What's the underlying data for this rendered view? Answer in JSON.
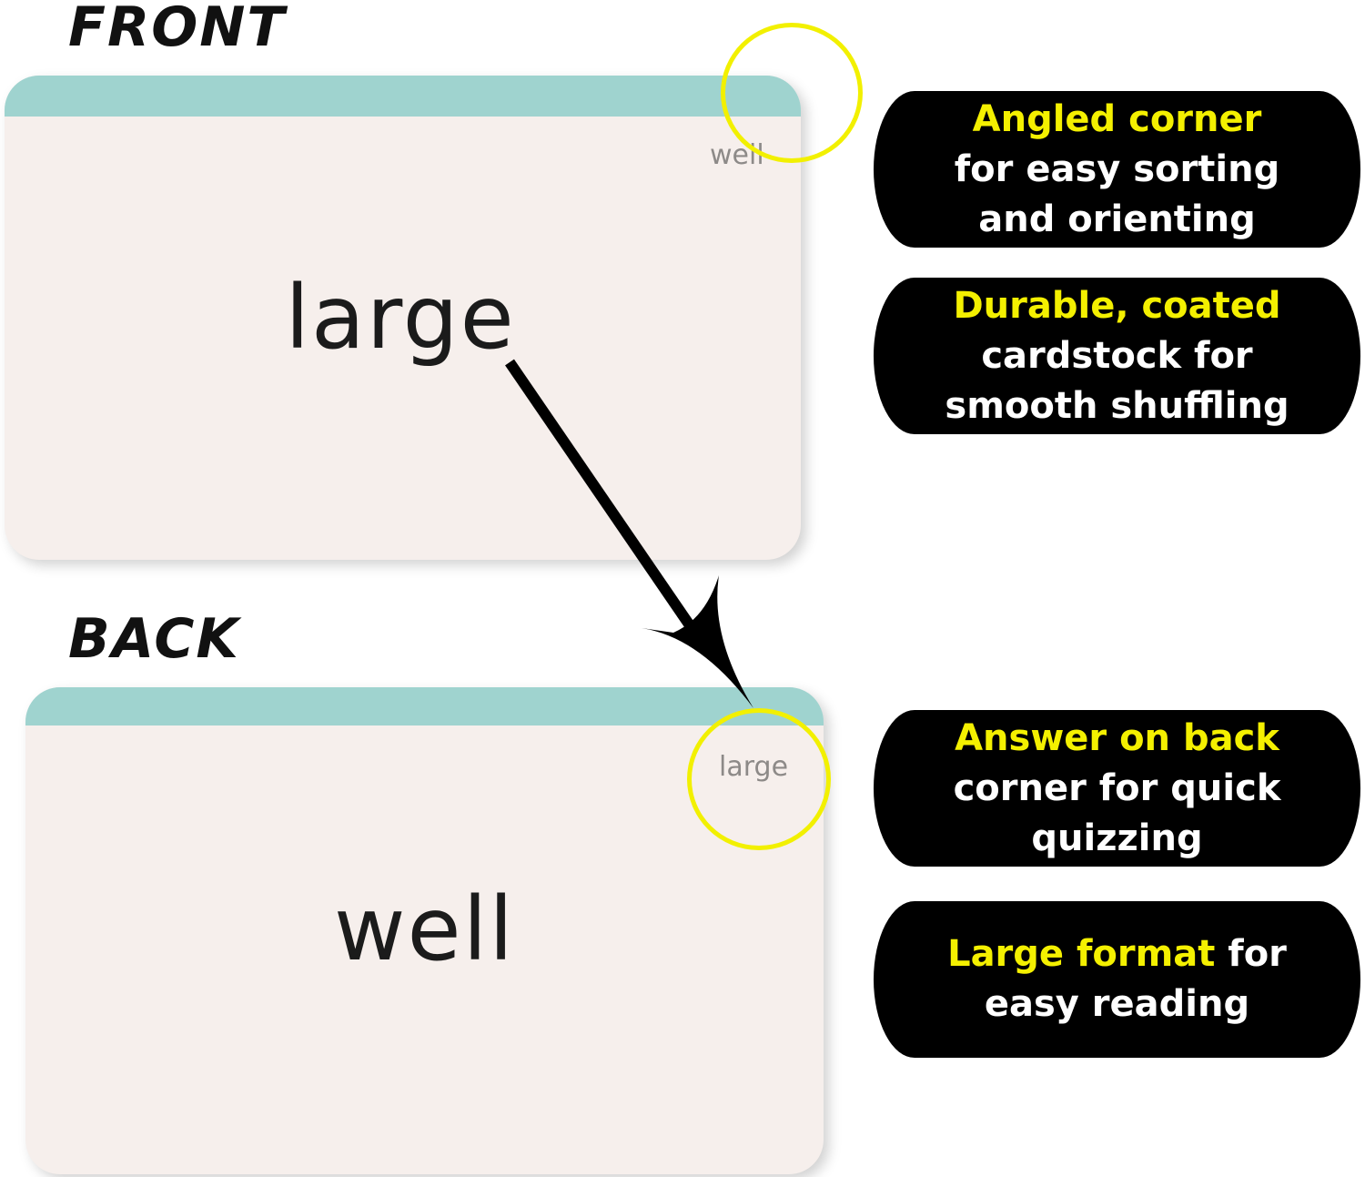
{
  "labels": {
    "front": "FRONT",
    "back": "BACK"
  },
  "front_card": {
    "corner_word": "well",
    "main_word": "large"
  },
  "back_card": {
    "corner_word": "large",
    "main_word": "well"
  },
  "callouts": [
    {
      "highlight": "Angled corner",
      "line2": "for easy sorting",
      "line3": "and orienting"
    },
    {
      "highlight": "Durable, coated",
      "line2": "cardstock for",
      "line3": "smooth shuffling"
    },
    {
      "highlight": "Answer on back",
      "line2": "corner for quick",
      "line3": "quizzing"
    },
    {
      "highlight": "Large format",
      "rest": " for",
      "line2": "easy reading"
    }
  ],
  "colors": {
    "teal": "#9fd3cf",
    "highlight": "#f4f000",
    "card": "#f6efec"
  }
}
